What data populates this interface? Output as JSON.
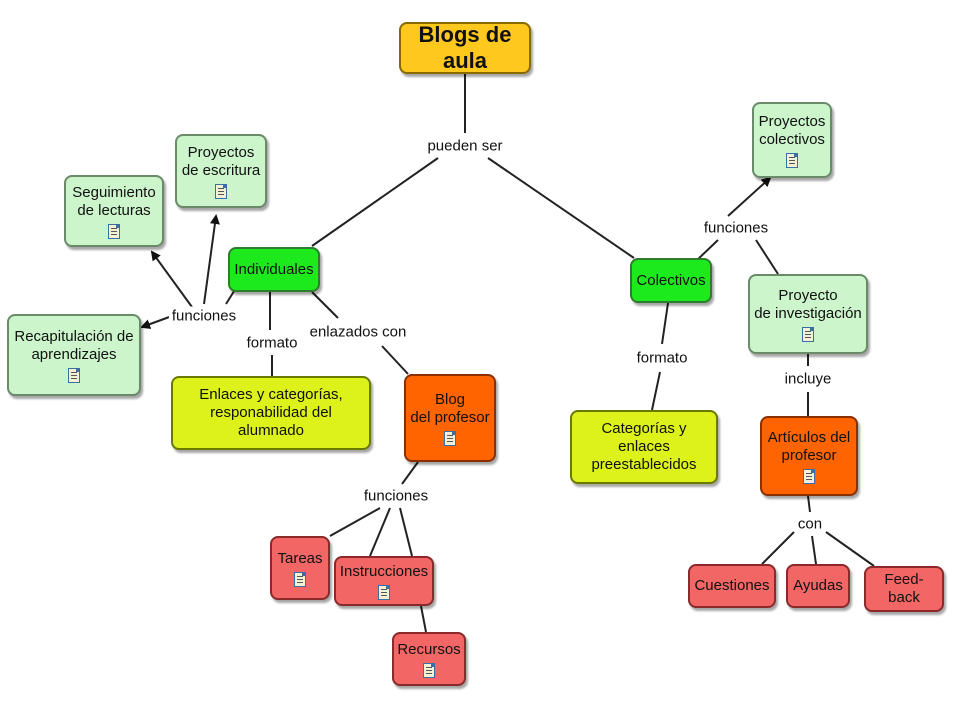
{
  "nodes": {
    "blogs": {
      "text": [
        "Blogs de aula"
      ],
      "fill": "#ffc81e"
    },
    "individuales": {
      "text": [
        "Individuales"
      ],
      "fill": "#1cea1c"
    },
    "colectivos": {
      "text": [
        "Colectivos"
      ],
      "fill": "#1cea1c"
    },
    "proyectos_escritura": {
      "text": [
        "Proyectos",
        "de escritura"
      ],
      "fill": "#ccf5cc"
    },
    "seguimiento_lecturas": {
      "text": [
        "Seguimiento",
        "de  lecturas"
      ],
      "fill": "#ccf5cc"
    },
    "recapitulacion": {
      "text": [
        "Recapitulación de",
        "aprendizajes"
      ],
      "fill": "#ccf5cc"
    },
    "enlaces_categorias": {
      "text": [
        "Enlaces y categorías,",
        "responabilidad del alumnado"
      ],
      "fill": "#ddf21a"
    },
    "blog_profesor": {
      "text": [
        "Blog",
        "del profesor"
      ],
      "fill": "#ff6400"
    },
    "tareas": {
      "text": [
        "Tareas"
      ],
      "fill": "#f26666"
    },
    "instrucciones": {
      "text": [
        "Instrucciones"
      ],
      "fill": "#f26666"
    },
    "recursos": {
      "text": [
        "Recursos"
      ],
      "fill": "#f26666"
    },
    "proyectos_colectivos": {
      "text": [
        "Proyectos",
        "colectivos"
      ],
      "fill": "#ccf5cc"
    },
    "proyecto_investigacion": {
      "text": [
        "Proyecto",
        "de investigación"
      ],
      "fill": "#ccf5cc"
    },
    "categorias_enlaces": {
      "text": [
        "Categorías y enlaces",
        "preestablecidos"
      ],
      "fill": "#ddf21a"
    },
    "articulos_profesor": {
      "text": [
        "Artículos del",
        "profesor"
      ],
      "fill": "#ff6400"
    },
    "cuestiones": {
      "text": [
        "Cuestiones"
      ],
      "fill": "#f26666"
    },
    "ayudas": {
      "text": [
        "Ayudas"
      ],
      "fill": "#f26666"
    },
    "feedback": {
      "text": [
        "Feed-back"
      ],
      "fill": "#f26666"
    }
  },
  "link_labels": {
    "pueden_ser": "pueden ser",
    "funciones_ind": "funciones",
    "formato_ind": "formato",
    "enlazados_con": "enlazados con",
    "funciones_blog": "funciones",
    "funciones_col": "funciones",
    "formato_col": "formato",
    "incluye": "incluye",
    "con": "con"
  }
}
